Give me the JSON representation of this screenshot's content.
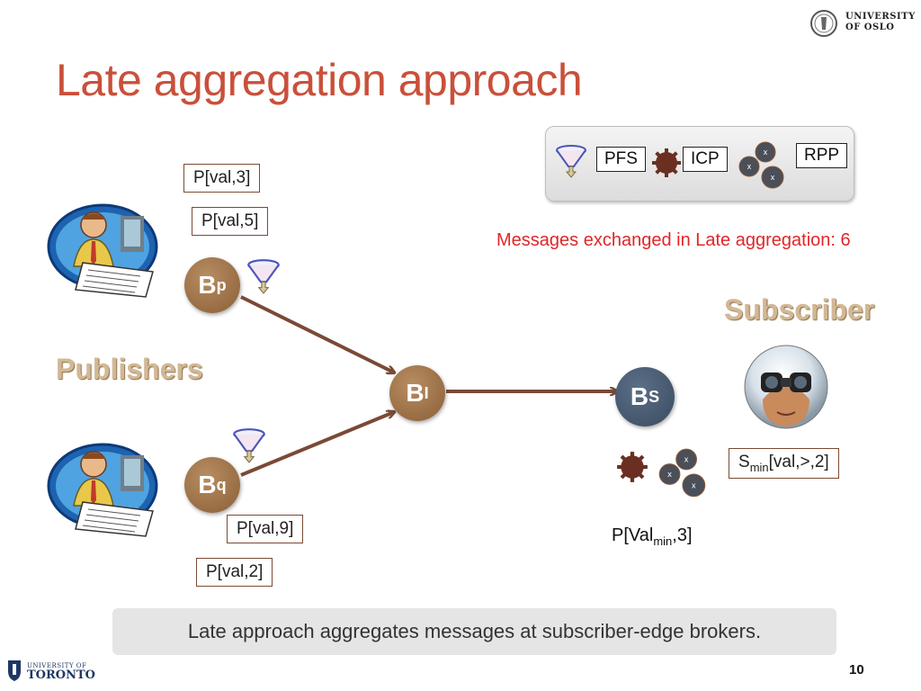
{
  "slide": {
    "title": "Late aggregation approach",
    "page_number": "10",
    "caption": "Late approach aggregates messages at subscriber-edge brokers."
  },
  "logos": {
    "uio_line1": "UNIVERSITY",
    "uio_line2": "OF OSLO",
    "uoft_line1": "UNIVERSITY OF",
    "uoft_line2": "TORONTO"
  },
  "legend": {
    "pfs": "PFS",
    "icp": "ICP",
    "rpp": "RPP",
    "icons": [
      "funnel-icon",
      "gear-icon",
      "gears-icon"
    ]
  },
  "note": "Messages exchanged in Late aggregation: 6",
  "labels": {
    "publishers": "Publishers",
    "subscriber": "Subscriber"
  },
  "nodes": {
    "bp": {
      "main": "B",
      "sub": "p"
    },
    "bq": {
      "main": "B",
      "sub": "q"
    },
    "bi": {
      "main": "B",
      "sub": "I"
    },
    "bs": {
      "main": "B",
      "sub": "S"
    }
  },
  "messages": {
    "p_top1": "P[val,3]",
    "p_top2": "P[val,5]",
    "p_bot1": "P[val,9]",
    "p_bot2": "P[val,2]"
  },
  "subscription": {
    "prefix": "S",
    "sub": "min",
    "suffix": "[val,>,2]"
  },
  "result": {
    "prefix": "P[Val",
    "sub": "min",
    "suffix": ",3]"
  },
  "colors": {
    "title": "#c9503a",
    "arrow": "#7a4a35",
    "note": "#e0262a",
    "broker_brown": "#9a6d43",
    "broker_slate": "#44566c"
  }
}
